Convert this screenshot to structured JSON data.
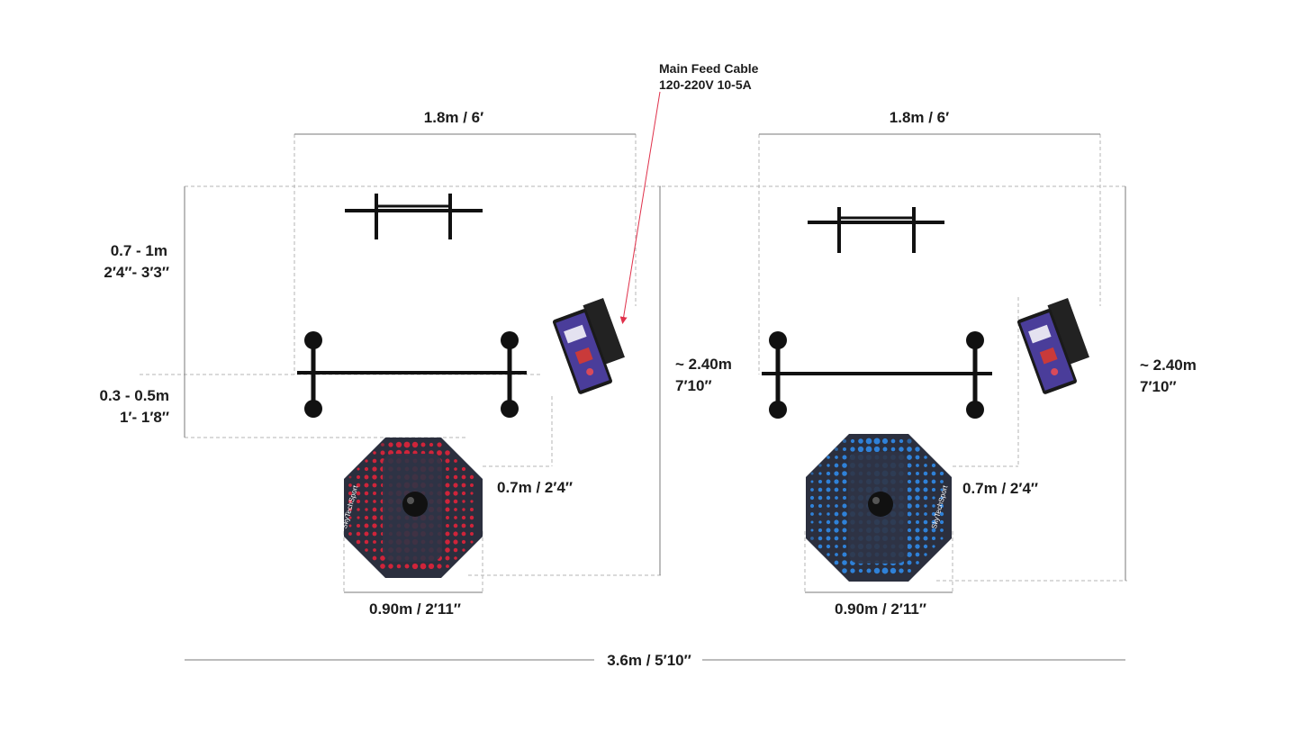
{
  "annotations": {
    "cable_line1": "Main Feed Cable",
    "cable_line2": "120-220V 10-5A",
    "total_width": "3.6m / 5′10″"
  },
  "stations": [
    {
      "width": "1.8m / 6′",
      "height_line1": "0.7 - 1m",
      "height_line2": "2′4″- 3′3″",
      "depth_line1": "0.3 - 0.5m",
      "depth_line2": "1′- 1′8″",
      "side_gap": "0.7m / 2′4″",
      "total_depth_line1": "~ 2.40m",
      "total_depth_line2": "7′10′′",
      "platform_width": "0.90m / 2′11′′",
      "platform_brand": "SkyTechSport",
      "platform_color": "#d8243a"
    },
    {
      "width": "1.8m / 6′",
      "side_gap": "0.7m / 2′4″",
      "total_depth_line1": "~ 2.40m",
      "total_depth_line2": "7′10′′",
      "platform_width": "0.90m / 2′11′′",
      "platform_brand": "SkyTechSport",
      "platform_color": "#2f86e0"
    }
  ],
  "colors": {
    "cable_pointer": "#e0304a",
    "platform_base": "#2b2f3e",
    "screen_face": "#4a3d9a"
  }
}
